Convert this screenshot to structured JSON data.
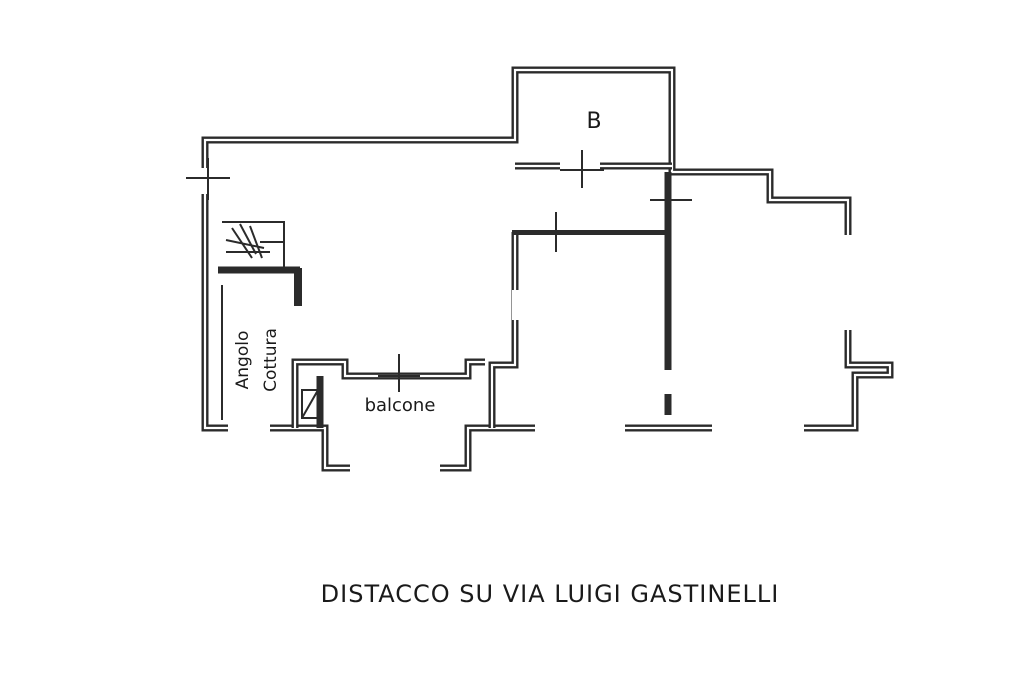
{
  "plan": {
    "rooms": {
      "storage": {
        "label": "B"
      },
      "kitchen": {
        "label_line1": "Angolo",
        "label_line2": "Cottura"
      },
      "balcony": {
        "label": "balcone"
      }
    },
    "caption": "DISTACCO SU VIA LUIGI GASTINELLI"
  },
  "colors": {
    "ink": "#2b2b2b",
    "background": "#ffffff"
  },
  "icons": [
    "staircase-icon",
    "door-swing-icon",
    "section-cross-icon"
  ]
}
